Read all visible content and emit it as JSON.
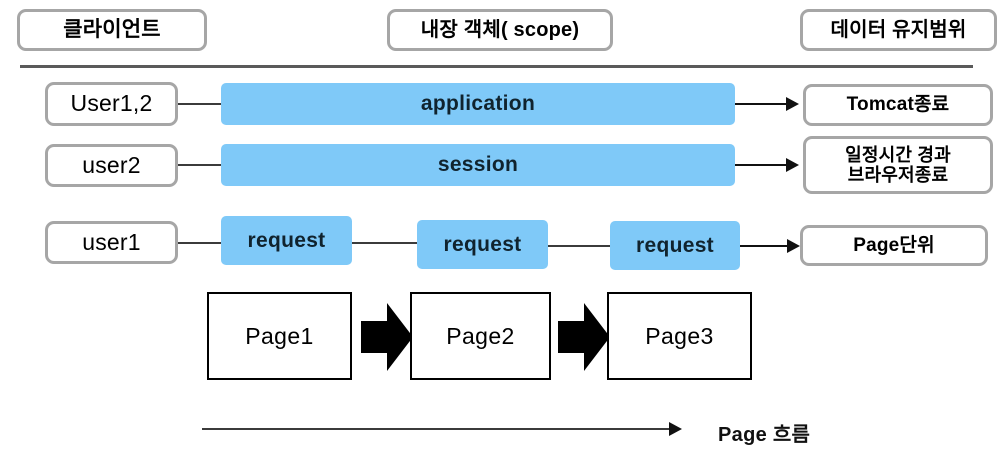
{
  "diagram": {
    "title": "JSP Scope Lifetime Diagram",
    "colors": {
      "scope_bar_blue": "#7fc9f8",
      "box_border_grey": "#a6a6a6",
      "page_box_border": "#000000",
      "divider_grey": "#5a5a5a",
      "arrow_black": "#111111"
    }
  },
  "headers": [
    {
      "label": "클라이언트"
    },
    {
      "label": "내장 객체( scope)"
    },
    {
      "label": "데이터 유지범위"
    }
  ],
  "rows": [
    {
      "client": "User1,2",
      "scope": "application",
      "lifetime_line1": "Tomcat종료",
      "lifetime_line2": ""
    },
    {
      "client": "user2",
      "scope": "session",
      "lifetime_line1": "일정시간 경과",
      "lifetime_line2": "브라우저종료"
    },
    {
      "client": "user1",
      "scope": "request",
      "lifetime_line1": "Page단위",
      "lifetime_line2": ""
    }
  ],
  "request_boxes": [
    {
      "label": "request"
    },
    {
      "label": "request"
    },
    {
      "label": "request"
    }
  ],
  "pages": [
    {
      "label": "Page1"
    },
    {
      "label": "Page2"
    },
    {
      "label": "Page3"
    }
  ],
  "flow": {
    "label": "Page 흐름"
  }
}
